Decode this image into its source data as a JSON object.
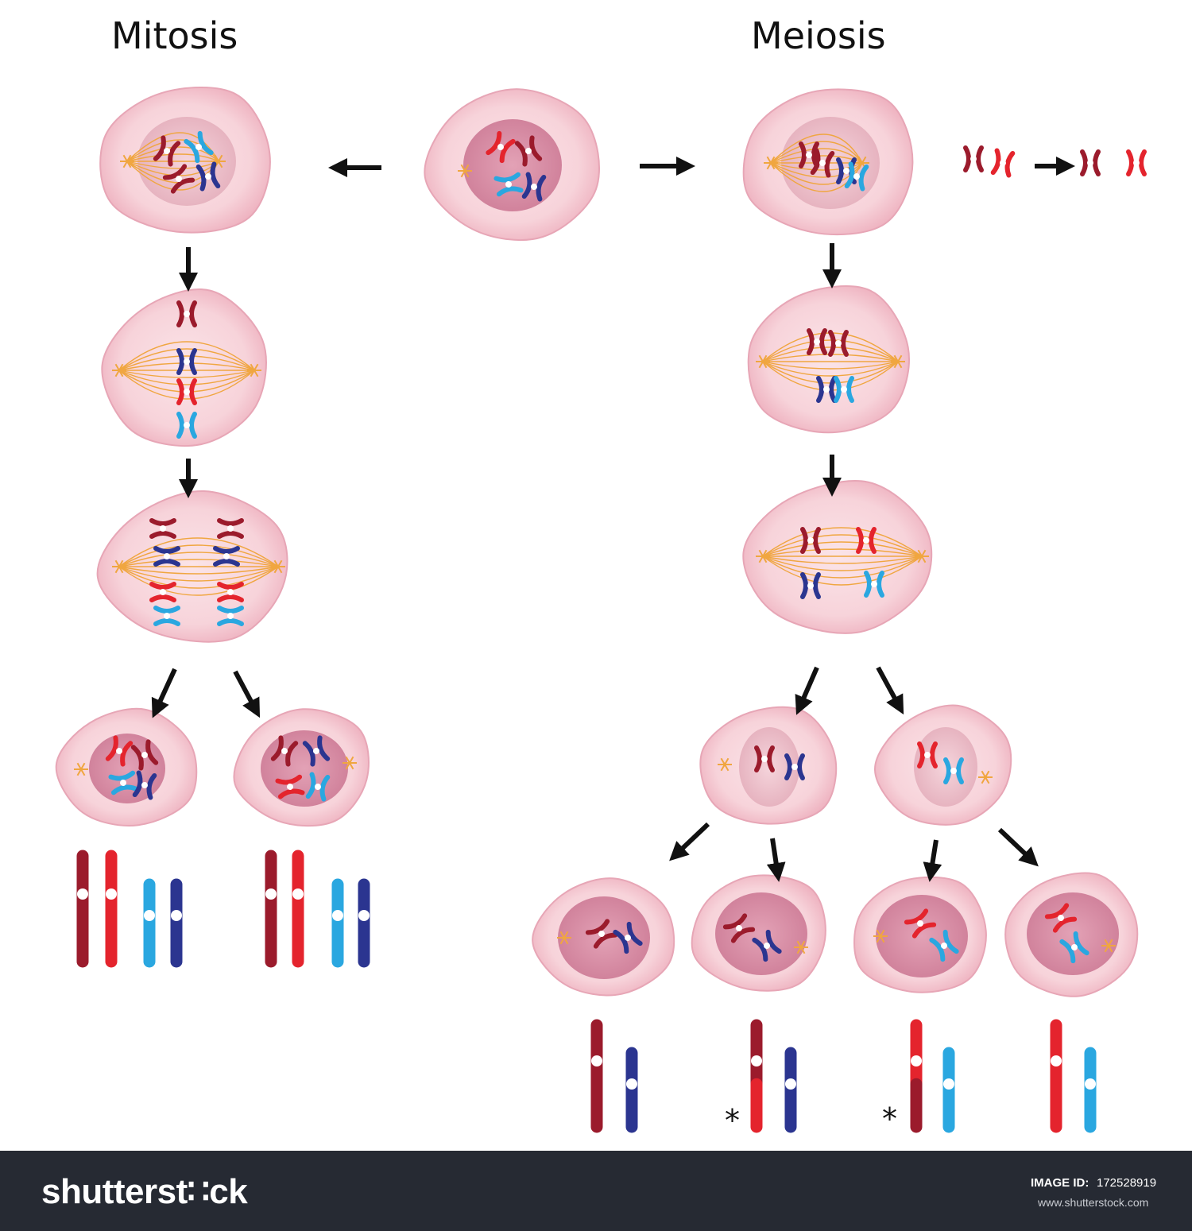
{
  "titles": {
    "mitosis": "Mitosis",
    "meiosis": "Meiosis"
  },
  "annotations": {
    "asterisk": "*"
  },
  "footer": {
    "logo": "shutterst∷ck",
    "image_id_label": "IMAGE ID:",
    "image_id": "172528919",
    "site": "www.shutterstock.com"
  },
  "colors": {
    "cell_fill": "#f6cdd6",
    "cell_edge": "#e7a6b6",
    "nucleus": "#d98ea8",
    "spindle": "#f0a640",
    "dark_red": "#9b1b2c",
    "red": "#e4242d",
    "light_blue": "#2aa7e0",
    "dark_blue": "#2b3590",
    "arrow": "#111111",
    "footer_bg": "#262a33"
  }
}
